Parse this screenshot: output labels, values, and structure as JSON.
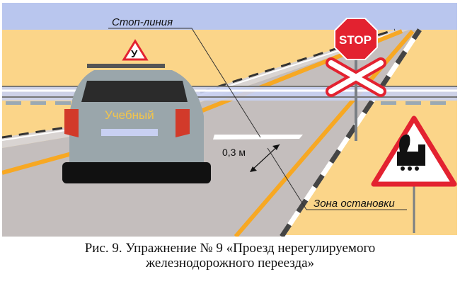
{
  "figure": {
    "labels": {
      "stop_line": "Стоп-линия",
      "stop_zone": "Зона  остановки",
      "distance": "0,3 м"
    },
    "signs": {
      "stop": "STOP",
      "learner": "У",
      "railway_crossing_cross": "st-andrews-cross",
      "railway_warning": "train-warning-triangle"
    },
    "car": {
      "rear_text": "Учебный"
    },
    "colors": {
      "sky": "#b9c6ee",
      "field": "#fbd589",
      "road": "#c4bebd",
      "yellow_line": "#f7a823",
      "sign_red": "#e32230",
      "car_body": "#9aa6ab"
    }
  },
  "caption": {
    "line1": "Рис. 9. Упражнение № 9 «Проезд нерегулируемого",
    "line2": "железнодорожного переезда»"
  }
}
